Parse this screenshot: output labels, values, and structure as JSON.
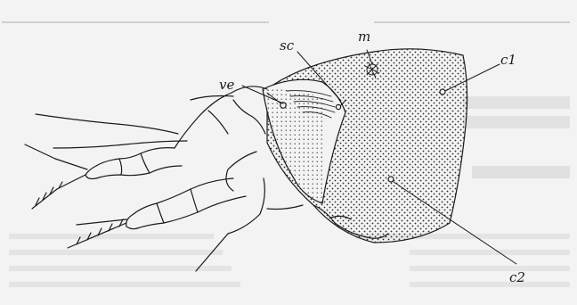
{
  "labels": {
    "sc": "sc",
    "m": "m",
    "ve": "ve",
    "c1": "c1",
    "c2": "c2"
  },
  "colors": {
    "background": "#f3f3f3",
    "ink": "#1a1a1a",
    "page_text": "#9a9a9a"
  }
}
